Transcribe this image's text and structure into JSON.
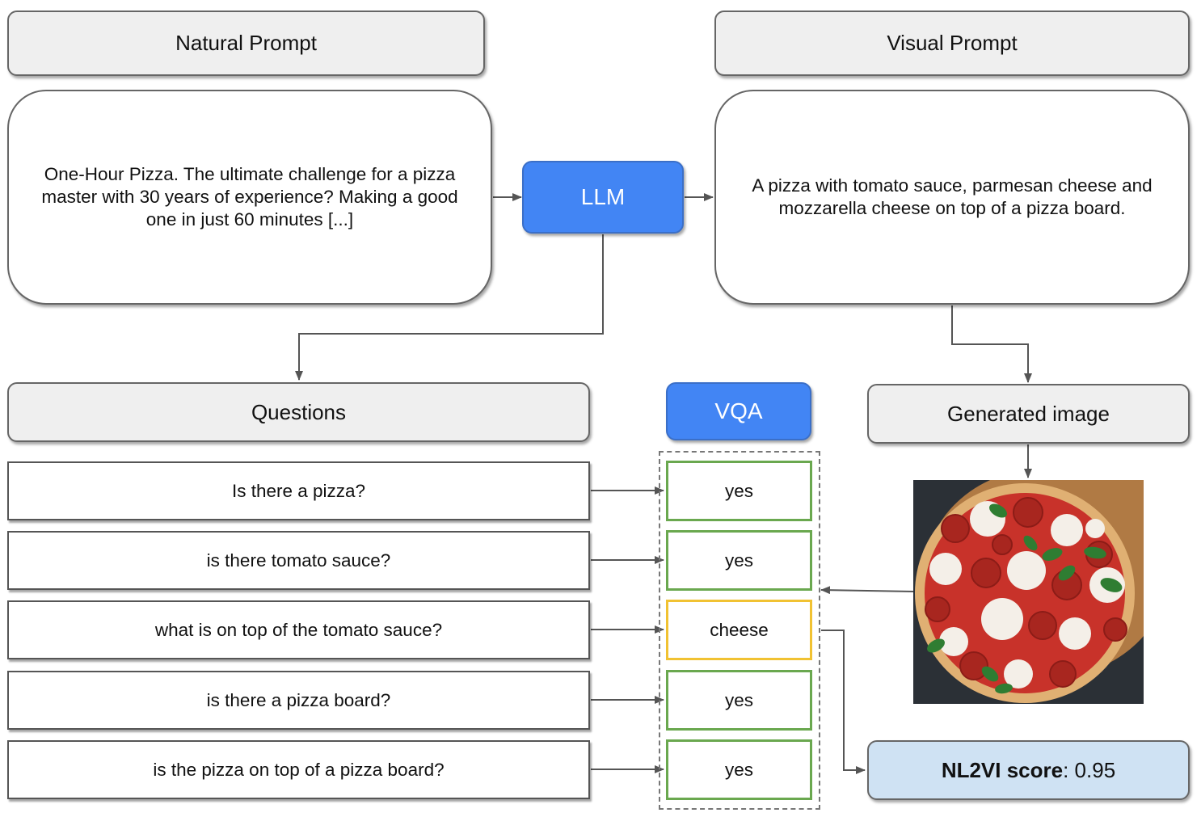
{
  "headers": {
    "natural_prompt": "Natural Prompt",
    "visual_prompt": "Visual Prompt",
    "questions": "Questions",
    "generated_image": "Generated image"
  },
  "natural_prompt_text": "One-Hour Pizza. The ultimate challenge for a pizza master with 30 years of experience? Making a good one in just 60 minutes [...]",
  "visual_prompt_text": "A pizza with tomato sauce, parmesan cheese and mozzarella cheese on top of a pizza board.",
  "llm_label": "LLM",
  "vqa_label": "VQA",
  "questions": [
    "Is there a pizza?",
    "is there tomato sauce?",
    "what is on top of the tomato sauce?",
    "is there a pizza board?",
    "is the pizza on top of a pizza board?"
  ],
  "answers": [
    {
      "text": "yes",
      "status": "correct"
    },
    {
      "text": "yes",
      "status": "correct"
    },
    {
      "text": "cheese",
      "status": "partial"
    },
    {
      "text": "yes",
      "status": "correct"
    },
    {
      "text": "yes",
      "status": "correct"
    }
  ],
  "score": {
    "label": "NL2VI score",
    "value": ": 0.95"
  },
  "colors": {
    "blue_box": "#4285f4",
    "correct_border": "#6aa84f",
    "partial_border": "#f1c232",
    "score_bg": "#cfe2f3"
  }
}
